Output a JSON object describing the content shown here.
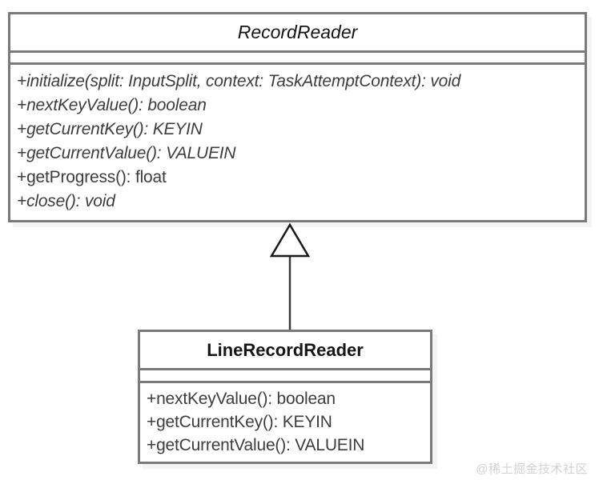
{
  "diagram": {
    "type": "uml-class-diagram",
    "background_color": "#ffffff",
    "border_color": "#7a7a7a",
    "text_color": "#3d3d3d",
    "classes": [
      {
        "id": "record-reader",
        "name": "RecordReader",
        "stereotype": "abstract",
        "attributes": [],
        "operations": [
          {
            "text": "+initialize(split: InputSplit, context: TaskAttemptContext): void",
            "abstract": true
          },
          {
            "text": "+nextKeyValue(): boolean",
            "abstract": true
          },
          {
            "text": "+getCurrentKey(): KEYIN",
            "abstract": true
          },
          {
            "text": "+getCurrentValue(): VALUEIN",
            "abstract": true
          },
          {
            "text": "+getProgress(): float",
            "abstract": false
          },
          {
            "text": "+close(): void",
            "abstract": true
          }
        ]
      },
      {
        "id": "line-record-reader",
        "name": "LineRecordReader",
        "stereotype": "concrete",
        "attributes": [],
        "operations": [
          {
            "text": "+nextKeyValue(): boolean",
            "abstract": false
          },
          {
            "text": "+getCurrentKey(): KEYIN",
            "abstract": false
          },
          {
            "text": "+getCurrentValue(): VALUEIN",
            "abstract": false
          }
        ]
      }
    ],
    "relationships": [
      {
        "id": "generalization-line-record-reader-to-record-reader",
        "kind": "generalization",
        "source": "LineRecordReader",
        "target": "RecordReader",
        "arrow": "hollow-triangle"
      }
    ]
  },
  "watermark": {
    "text": "@稀土掘金技术社区",
    "color": "#d2d2d2"
  }
}
